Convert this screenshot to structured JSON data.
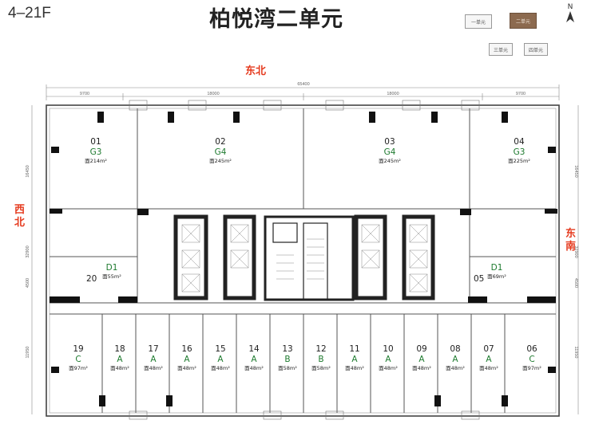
{
  "floor_range": "4–21F",
  "title": "柏悦湾二单元",
  "directions": {
    "top": "东北",
    "left": "西北",
    "right": "东南"
  },
  "keymap": {
    "unit1": "一单元",
    "unit2": "二单元",
    "unit3": "三单元",
    "unit4": "四单元",
    "north": "N"
  },
  "units": [
    {
      "no": "01",
      "type": "G3",
      "area": "214m²"
    },
    {
      "no": "02",
      "type": "G4",
      "area": "245m²"
    },
    {
      "no": "03",
      "type": "G4",
      "area": "245m²"
    },
    {
      "no": "04",
      "type": "G3",
      "area": "225m²"
    },
    {
      "no": "20",
      "type": "D1",
      "area": "55m²"
    },
    {
      "no": "05",
      "type": "D1",
      "area": "69m²"
    },
    {
      "no": "19",
      "type": "C",
      "area": "97m²"
    },
    {
      "no": "18",
      "type": "A",
      "area": "48m²"
    },
    {
      "no": "17",
      "type": "A",
      "area": "48m²"
    },
    {
      "no": "16",
      "type": "A",
      "area": "48m²"
    },
    {
      "no": "15",
      "type": "A",
      "area": "48m²"
    },
    {
      "no": "14",
      "type": "A",
      "area": "48m²"
    },
    {
      "no": "13",
      "type": "B",
      "area": "58m²"
    },
    {
      "no": "12",
      "type": "B",
      "area": "58m²"
    },
    {
      "no": "11",
      "type": "A",
      "area": "48m²"
    },
    {
      "no": "10",
      "type": "A",
      "area": "48m²"
    },
    {
      "no": "09",
      "type": "A",
      "area": "48m²"
    },
    {
      "no": "08",
      "type": "A",
      "area": "48m²"
    },
    {
      "no": "07",
      "type": "A",
      "area": "48m²"
    },
    {
      "no": "06",
      "type": "C",
      "area": "97m²"
    }
  ],
  "dimensions": {
    "total": "65400",
    "top_segments": [
      "9700",
      "18000",
      "18000",
      "9700"
    ],
    "right_upper": "16450",
    "right_mid": "32900",
    "right_low": "4500",
    "right_bottom": "11950",
    "left_upper": "16450",
    "left_mid": "32900",
    "left_low": "4500",
    "left_bottom": "11950"
  },
  "colors": {
    "direction": "#e53a1e",
    "type_label": "#1d7a2e",
    "keymap_active": "#8c6a4f"
  }
}
